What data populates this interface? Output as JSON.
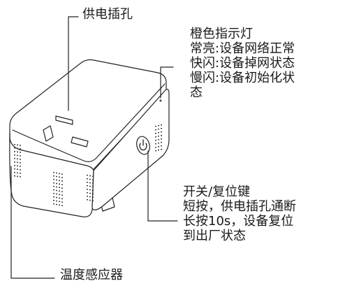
{
  "labels": {
    "socket": "供电插孔",
    "led": "橙色指示灯\n常亮:设备网络正常\n快闪:设备掉网状态\n慢闪:设备初始化状\n态",
    "switch": "开关/复位键\n短按，供电插孔通断\n长按10s，设备复位\n到出厂状态",
    "temp_sensor": "温度感应器"
  },
  "colors": {
    "line": "#222222",
    "body_fill": "#ffffff"
  },
  "icons": {
    "power": "power-icon"
  }
}
